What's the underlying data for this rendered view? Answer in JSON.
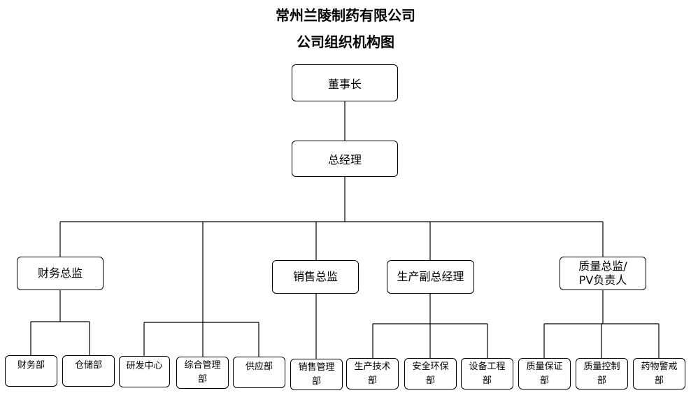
{
  "header": {
    "company": "常州兰陵制药有限公司",
    "chart_title": "公司组织机构图"
  },
  "chairman": "董事长",
  "general_manager": "总经理",
  "directors": {
    "finance": "财务总监",
    "sales": "销售总监",
    "production": "生产副总经理",
    "quality_line1": "质量总监/",
    "quality_line2": "PV负责人"
  },
  "departments": {
    "finance_dept": "财务部",
    "warehouse": "仓储部",
    "rnd": "研发中心",
    "admin": "综合管理部",
    "supply": "供应部",
    "sales_mgmt": "销售管理部",
    "prod_tech": "生产技术部",
    "safety_env": "安全环保部",
    "equipment": "设备工程部",
    "qa": "质量保证部",
    "qc": "质量控制部",
    "pv": "药物警戒部"
  },
  "colors": {
    "line": "#000000",
    "box_border": "#000000",
    "background": "#ffffff"
  }
}
